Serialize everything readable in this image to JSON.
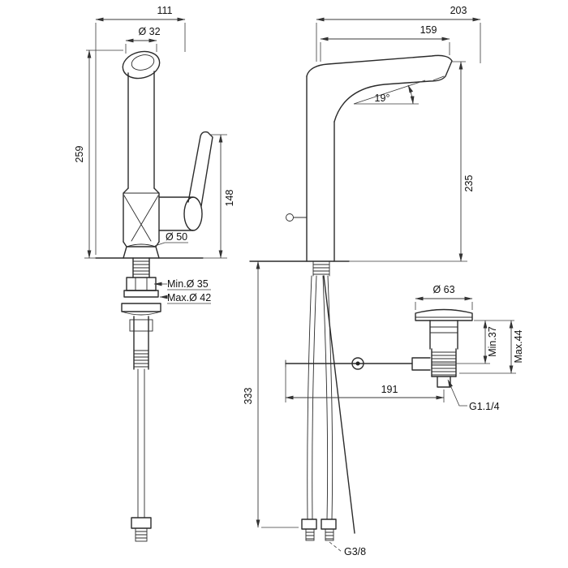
{
  "drawing": {
    "background": "#ffffff",
    "ink": "#2b2b2b",
    "left_view": {
      "label": "faucet-side-view",
      "dims": {
        "width_top": "111",
        "spout_diameter": "Ø 32",
        "height_total": "259",
        "handle_height": "148",
        "base_diameter": "Ø 50",
        "hole_min": "Min.Ø 35",
        "hole_max": "Max.Ø 42"
      }
    },
    "right_view": {
      "label": "faucet-front-view",
      "dims": {
        "width_top": "203",
        "spout_reach": "159",
        "spout_angle": "19°",
        "height_above_deck": "235",
        "height_below_deck": "333",
        "drain_diameter": "Ø 63",
        "deck_min": "Min.37",
        "deck_max": "Max.44",
        "drain_offset": "191",
        "drain_thread": "G1.1/4",
        "supply_thread": "G3/8"
      }
    }
  }
}
